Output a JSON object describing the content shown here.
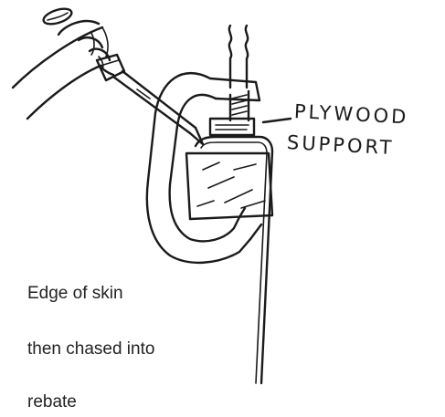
{
  "label": {
    "line1": "PLYWOOD",
    "line2": "SUPPORT"
  },
  "caption": {
    "line1": "Edge of skin",
    "line2": "then chased into",
    "line3": "rebate"
  }
}
